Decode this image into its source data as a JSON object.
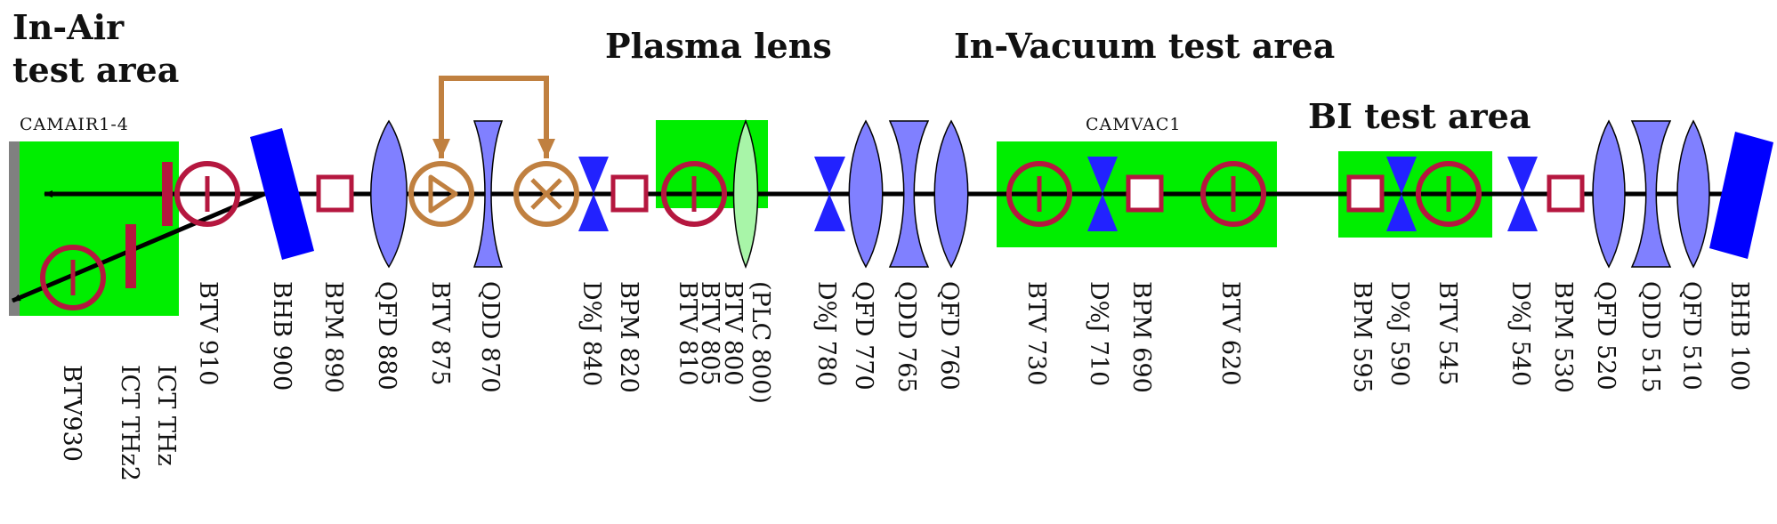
{
  "titles": {
    "in_air": [
      "In-Air",
      "test area"
    ],
    "plasma_lens": "Plasma lens",
    "in_vacuum": "In-Vacuum test area",
    "bi": "BI test area"
  },
  "camera_labels": {
    "in_air": "CAMAIR1-4",
    "in_vacuum": "CAMVAC1"
  },
  "element_labels": {
    "btv930": "BTV930",
    "ict_thz2": "ICT THz2",
    "ict_thz": "ICT THz",
    "btv910": "BTV 910",
    "bhb900": "BHB 900",
    "bpm890": "BPM 890",
    "qfd880": "QFD 880",
    "btv875": "BTV 875",
    "qdd870": "QDD 870",
    "dj840": "D%J 840",
    "bpm820": "BPM 820",
    "btv810": "BTV 810",
    "btv805": "BTV 805",
    "btv800": "BTV 800",
    "plc800": "(PLC 800)",
    "dj780": "D%J 780",
    "qfd770": "QFD 770",
    "qdd765": "QDD 765",
    "qfd760": "QFD 760",
    "btv730": "BTV 730",
    "dj710": "D%J 710",
    "bpm690": "BPM 690",
    "btv620": "BTV 620",
    "bpm595": "BPM 595",
    "dj590": "D%J 590",
    "btv545": "BTV 545",
    "dj540": "D%J 540",
    "bpm530": "BPM 530",
    "qfd520": "QFD 520",
    "qdd515": "QDD 515",
    "qfd510": "QFD 510",
    "bhb100": "BHB 100"
  },
  "colors": {
    "test_area": "#00ee00",
    "screen": "#b5173f",
    "orange": "#c08040",
    "quad": "#8080ff",
    "corrector": "#2222ff",
    "bend": "#0000ff",
    "plasma": "#a8f5a8",
    "dump": "#808080"
  }
}
